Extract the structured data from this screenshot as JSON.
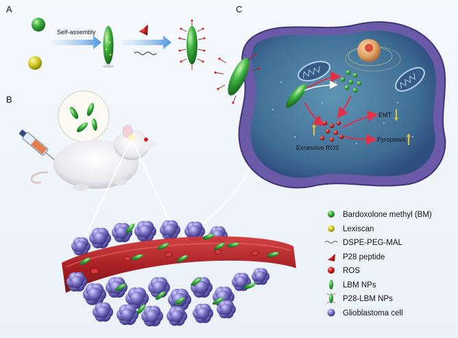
{
  "panels": {
    "a": "A",
    "b": "B",
    "c": "C"
  },
  "process": {
    "step": "Self-assembly"
  },
  "cell_labels": {
    "emt": "EMT",
    "pyroptosis": "Pyroptosis",
    "ros": "Excessive ROS"
  },
  "legend": [
    {
      "label": "Bardoxolone methyl (BM)",
      "icon": "green-sphere"
    },
    {
      "label": "Lexiscan",
      "icon": "yellow-sphere"
    },
    {
      "label": "DSPE-PEG-MAL",
      "icon": "wavy-line"
    },
    {
      "label": "P28 peptide",
      "icon": "red-wedge"
    },
    {
      "label": "ROS",
      "icon": "red-sphere"
    },
    {
      "label": "LBM NPs",
      "icon": "green-ellipse"
    },
    {
      "label": "P28-LBM NPs",
      "icon": "spiky-green-ellipse"
    },
    {
      "label": "Glioblastoma cell",
      "icon": "purple-sphere"
    }
  ],
  "colors": {
    "green": "#2e9e38",
    "yellow": "#d8cf2a",
    "red": "#cc1e1e",
    "purple": "#7d76c8",
    "vessel": "#a8161a",
    "arrow": "#63a7e4"
  }
}
